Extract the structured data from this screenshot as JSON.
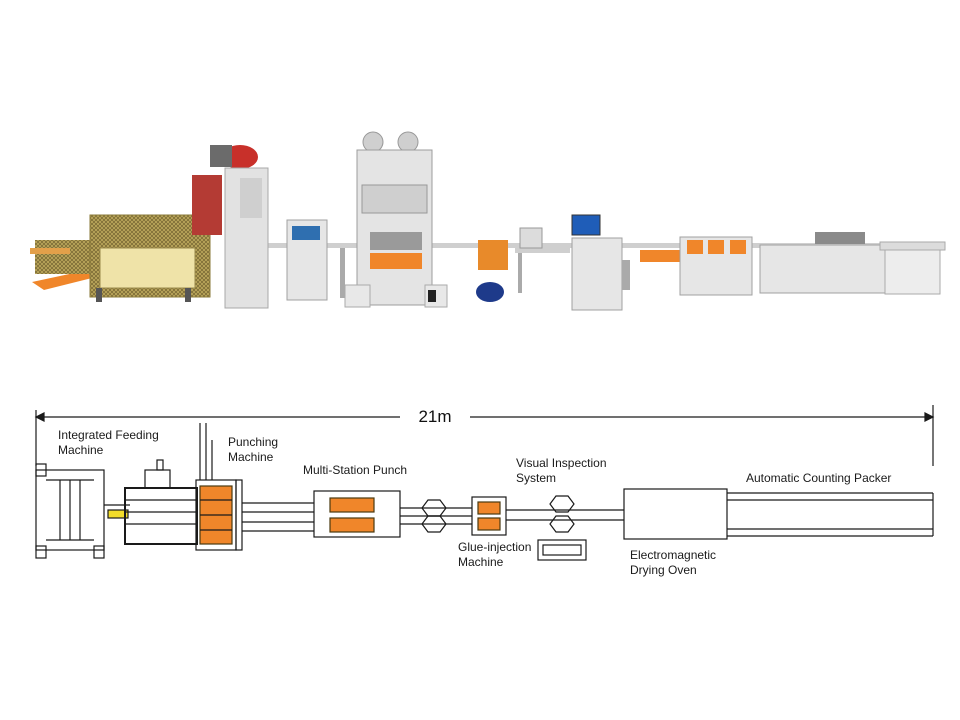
{
  "dimension": {
    "total_length": "21m"
  },
  "machines": [
    {
      "id": "feeding",
      "label_lines": [
        "Integrated Feeding",
        "Machine"
      ]
    },
    {
      "id": "punching",
      "label_lines": [
        "Punching",
        "Machine"
      ]
    },
    {
      "id": "multi-punch",
      "label_lines": [
        "Multi-Station Punch"
      ]
    },
    {
      "id": "visual",
      "label_lines": [
        "Visual Inspection",
        "System"
      ]
    },
    {
      "id": "glue",
      "label_lines": [
        "Glue-injection",
        "Machine"
      ]
    },
    {
      "id": "oven",
      "label_lines": [
        "Electromagnetic",
        "Drying Oven"
      ]
    },
    {
      "id": "packer",
      "label_lines": [
        "Automatic Counting Packer"
      ]
    }
  ],
  "colors": {
    "accent_orange": "#f0862a",
    "machine_grey": "#dcdcdc",
    "frame_yellow": "#e8d07a",
    "red_motor": "#c8302a",
    "line": "#1a1a1a"
  }
}
